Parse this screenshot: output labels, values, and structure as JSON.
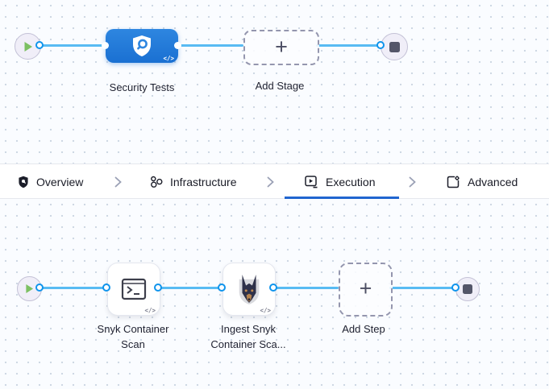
{
  "stage_section": {
    "stage": {
      "label": "Security Tests",
      "icon": "shield-scan-icon",
      "code_badge": "</>"
    },
    "add_stage": {
      "label": "Add Stage",
      "plus": "+"
    }
  },
  "tab_bar": {
    "items": [
      {
        "label": "Overview",
        "icon": "overview-shield-icon",
        "active": false
      },
      {
        "label": "Infrastructure",
        "icon": "infrastructure-icon",
        "active": false
      },
      {
        "label": "Execution",
        "icon": "execution-play-icon",
        "active": true
      },
      {
        "label": "Advanced",
        "icon": "advanced-gear-icon",
        "active": false
      }
    ]
  },
  "step_section": {
    "steps": [
      {
        "label": "Snyk Container Scan",
        "icon": "terminal-icon",
        "code_badge": "</>"
      },
      {
        "label": "Ingest Snyk Container Sca...",
        "icon": "snyk-dog-icon",
        "code_badge": "</>"
      }
    ],
    "add_step": {
      "label": "Add Step",
      "plus": "+"
    }
  },
  "colors": {
    "edge_line": "#58bbf3",
    "connector_ring": "#0f94ec",
    "stage_blue": "#1f78d4",
    "active_tab_underline": "#2065cf",
    "canvas_bg": "#fafcff"
  }
}
